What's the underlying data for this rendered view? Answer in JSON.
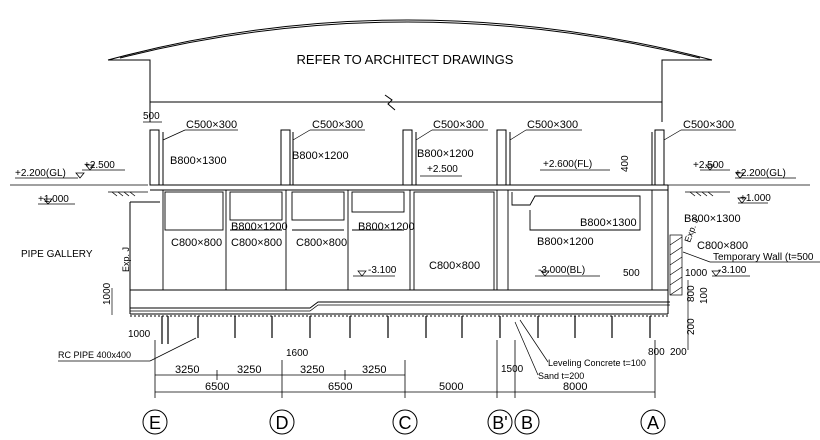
{
  "title_note": "REFER TO ARCHITECT DRAWINGS",
  "columns": [
    "C500×300",
    "C500×300",
    "C500×300",
    "C500×300",
    "C500×300"
  ],
  "dim_500_top": "500",
  "elevations": {
    "gl_left": "+2.200(GL)",
    "gl_right": "+2.200(GL)",
    "left_2500": "+2.500",
    "left_1000": "+1.000",
    "fl": "+2.600(FL)",
    "mid_2500": "+2.500",
    "right_2500": "+2.500",
    "right_1000": "+1.000",
    "left_m3100": "-3.100",
    "right_m3100": "-3.100",
    "bl": "-3.000(BL)"
  },
  "beams": {
    "b1": "B800×1300",
    "b2": "B800×1200",
    "b3": "B800×1200",
    "b4": "B800×1200",
    "b5": "B800×1200",
    "b6": "B800×1300",
    "b7": "B800×1200",
    "b8": "B800×1300"
  },
  "column_labels": {
    "c1": "C800×800",
    "c2": "C800×800",
    "c3": "C800×800",
    "c4": "C800×800",
    "c5": "C800×800"
  },
  "labels": {
    "pipe_gallery": "PIPE GALLERY",
    "exp_left": "Exp. J",
    "exp_right": "Exp. J",
    "temporary_wall": "Temporary Wall (t=500",
    "rc_pipe": "RC PIPE 400x400",
    "leveling": "Leveling Concrete t=100",
    "sand": "Sand t=200"
  },
  "dims": {
    "d1000_left": "1000",
    "d1000_left2": "1000",
    "d400": "400",
    "d500_right": "500",
    "d1000_right": "1000",
    "d800_right": "800",
    "d100_right": "100",
    "d200_right": "200",
    "d800_bottom": "800",
    "d200_bottom": "200",
    "d1600": "1600",
    "d1500": "1500",
    "spans_a": [
      "3250",
      "3250",
      "3250",
      "3250"
    ],
    "spans_b": [
      "6500",
      "6500",
      "5000",
      "8000"
    ]
  },
  "grid": [
    "E",
    "D",
    "C",
    "B'",
    "B",
    "A"
  ]
}
